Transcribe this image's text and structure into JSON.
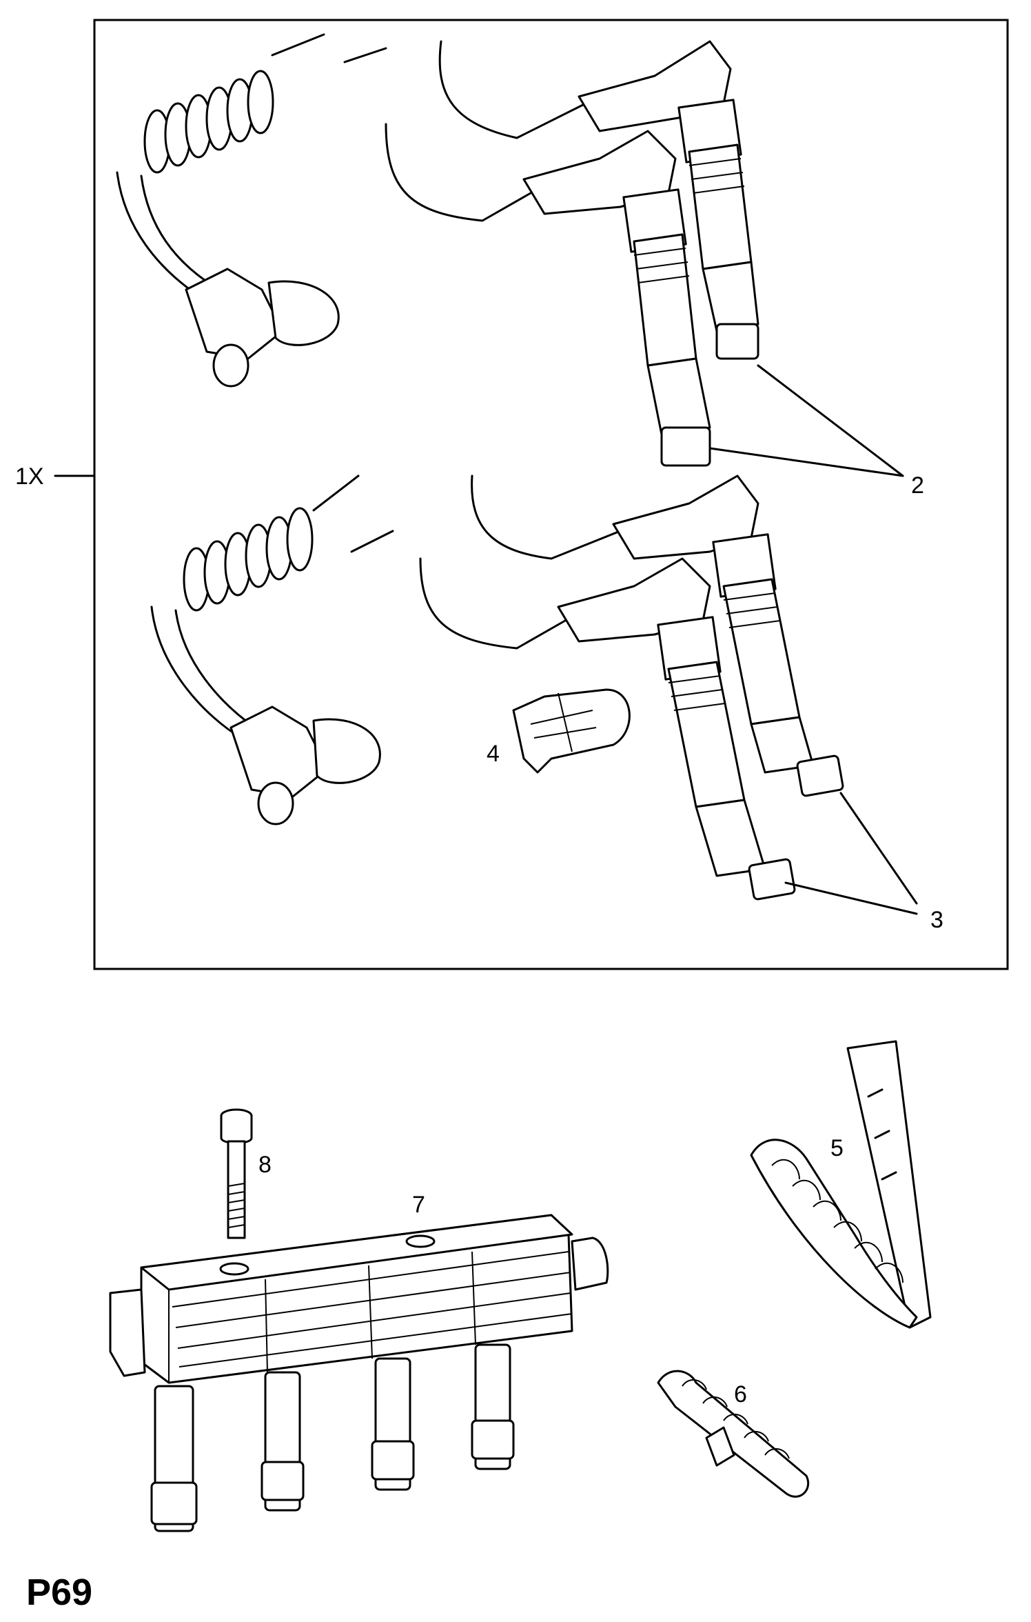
{
  "page_code": "P69",
  "callouts": {
    "kit": "1X",
    "lead_set_a": "2",
    "lead_set_b": "3",
    "clip": "4",
    "holder_large": "5",
    "holder_small": "6",
    "coil": "7",
    "bolt": "8"
  }
}
